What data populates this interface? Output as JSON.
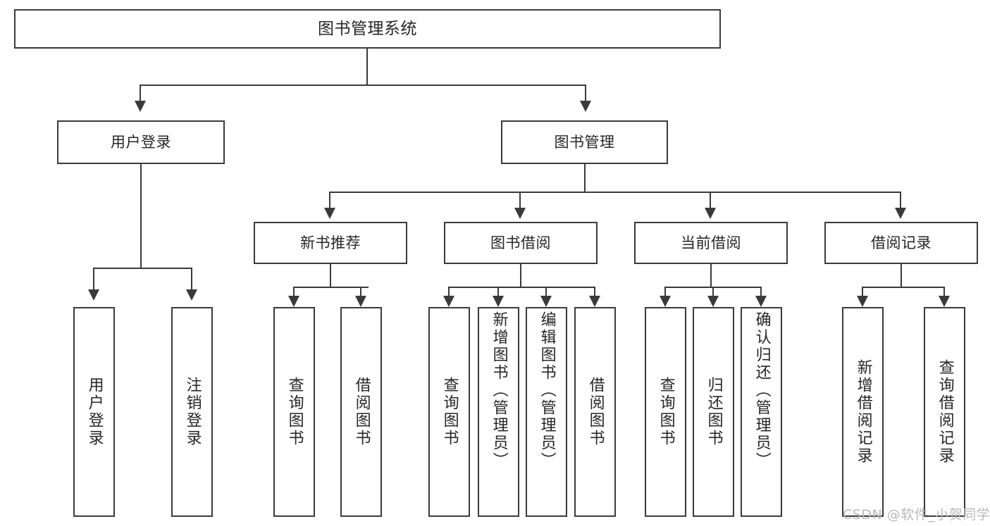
{
  "diagram": {
    "type": "tree",
    "title": "图书管理系统",
    "watermark": "CSDN @软件_小贺同学",
    "colors": {
      "box_border": "#3a3a3a",
      "box_fill": "#ffffff",
      "connector": "#3a3a3a",
      "text": "#262626",
      "watermark": "#b9b9b9",
      "background": "#ffffff"
    },
    "root": {
      "label": "图书管理系统"
    },
    "level2": [
      {
        "id": "user-login",
        "label": "用户登录"
      },
      {
        "id": "book-manage",
        "label": "图书管理"
      }
    ],
    "level3": [
      {
        "id": "new-book-recommend",
        "label": "新书推荐"
      },
      {
        "id": "book-borrow",
        "label": "图书借阅"
      },
      {
        "id": "current-borrow",
        "label": "当前借阅"
      },
      {
        "id": "borrow-record",
        "label": "借阅记录"
      }
    ],
    "leaves": {
      "user_login": [
        {
          "id": "leaf-user-login",
          "label": "用户登录"
        },
        {
          "id": "leaf-logout-login",
          "label": "注销登录"
        }
      ],
      "new_book_recommend": [
        {
          "id": "leaf-query-book-1",
          "label": "查询图书"
        },
        {
          "id": "leaf-borrow-book-1",
          "label": "借阅图书"
        }
      ],
      "book_borrow": [
        {
          "id": "leaf-query-book-2",
          "label": "查询图书"
        },
        {
          "id": "leaf-add-book-admin",
          "label": "新增图书（管理员）"
        },
        {
          "id": "leaf-edit-book-admin",
          "label": "编辑图书（管理员）"
        },
        {
          "id": "leaf-borrow-book-2",
          "label": "借阅图书"
        }
      ],
      "current_borrow": [
        {
          "id": "leaf-query-book-3",
          "label": "查询图书"
        },
        {
          "id": "leaf-return-book",
          "label": "归还图书"
        },
        {
          "id": "leaf-confirm-return-admin",
          "label": "确认归还（管理员）"
        }
      ],
      "borrow_record": [
        {
          "id": "leaf-add-borrow-record",
          "label": "新增借阅记录"
        },
        {
          "id": "leaf-query-borrow-record",
          "label": "查询借阅记录"
        }
      ]
    }
  }
}
